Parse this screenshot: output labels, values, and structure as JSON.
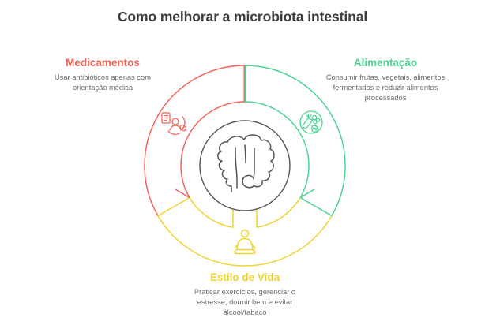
{
  "page": {
    "title": "Como melhorar a microbiota intestinal",
    "background_color": "#ffffff"
  },
  "center": {
    "icon": "intestine-icon",
    "icon_color": "#555555"
  },
  "segments": [
    {
      "id": "medicamentos",
      "heading": "Medicamentos",
      "body": "Usar antibióticos apenas com orientação médica",
      "color": "#F2645A",
      "icon": "patient-record-icon",
      "position": "left"
    },
    {
      "id": "alimentacao",
      "heading": "Alimentação",
      "body": "Consumir frutas, vegetais, alimentos fermentados e reduzir alimentos processados",
      "color": "#4DD392",
      "icon": "vegetables-icon",
      "position": "right"
    },
    {
      "id": "estilo-de-vida",
      "heading": "Estilo de Vida",
      "body": "Praticar exercícios, gerenciar o estresse, dormir bem e evitar álcool/tabaco",
      "color": "#EFD32E",
      "icon": "meditation-icon",
      "position": "bottom"
    }
  ]
}
